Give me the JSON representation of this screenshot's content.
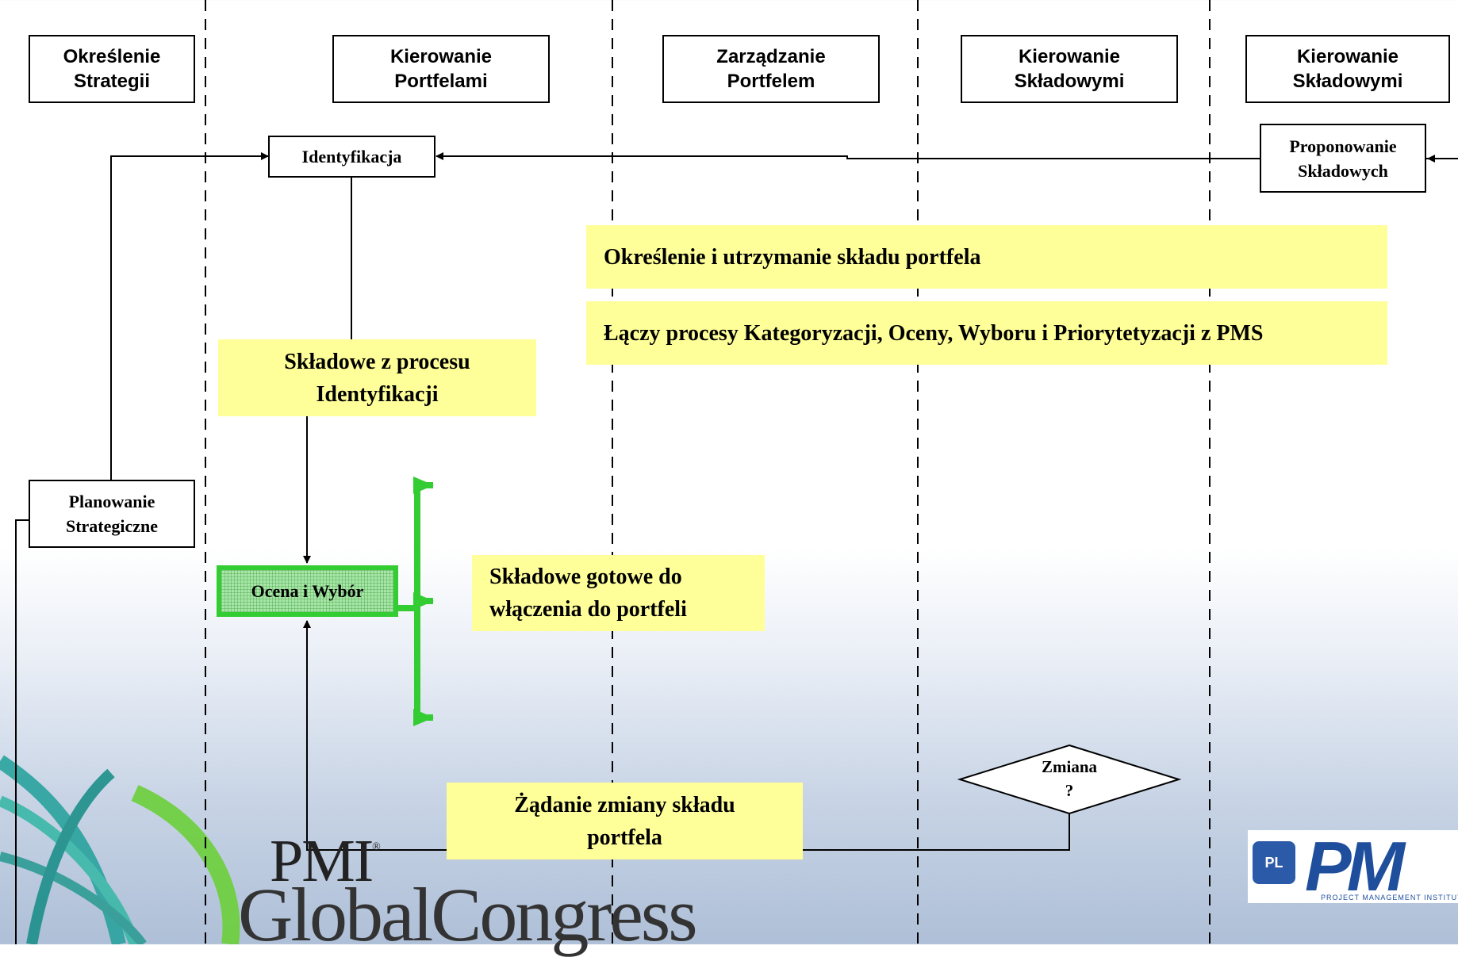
{
  "lanes": [
    {
      "header": "Określenie\nStrategii"
    },
    {
      "header": "Kierowanie\nPortfelami"
    },
    {
      "header": "Zarządzanie\nPortfelem"
    },
    {
      "header": "Kierowanie\nSkładowymi"
    },
    {
      "header": "Kierowanie\nSkładowymi"
    }
  ],
  "processes": {
    "identyfikacja": "Identyfikacja",
    "proponowanie": "Proponowanie\nSkładowych",
    "planowanie": "Planowanie\nStrategiczne",
    "ocena": "Ocena i Wybór"
  },
  "notes": {
    "okreslenie": "Określenie i utrzymanie składu portfela",
    "laczy": "Łączy procesy Kategoryzacji, Oceny, Wyboru i Priorytetyzacji z PMS",
    "skladowe_z_procesu": "Składowe z procesu\nIdentyfikacji",
    "gotowe": "Składowe gotowe do\nwłączenia do portfeli",
    "zadanie": "Żądanie zmiany składu\nportfela"
  },
  "decision": "Zmiana\n?",
  "logos": {
    "pmi": "PMI",
    "pmi_mark": "®",
    "global_congress": "GlobalCongress",
    "pl_badge": "PL",
    "pl_letters": "PM",
    "pl_tagline": "PROJECT MANAGEMENT INSTITUTE"
  },
  "colors": {
    "note_fill": "#ffff99",
    "bracket_green": "#33cc33",
    "background_blue": "#aebfd7"
  }
}
